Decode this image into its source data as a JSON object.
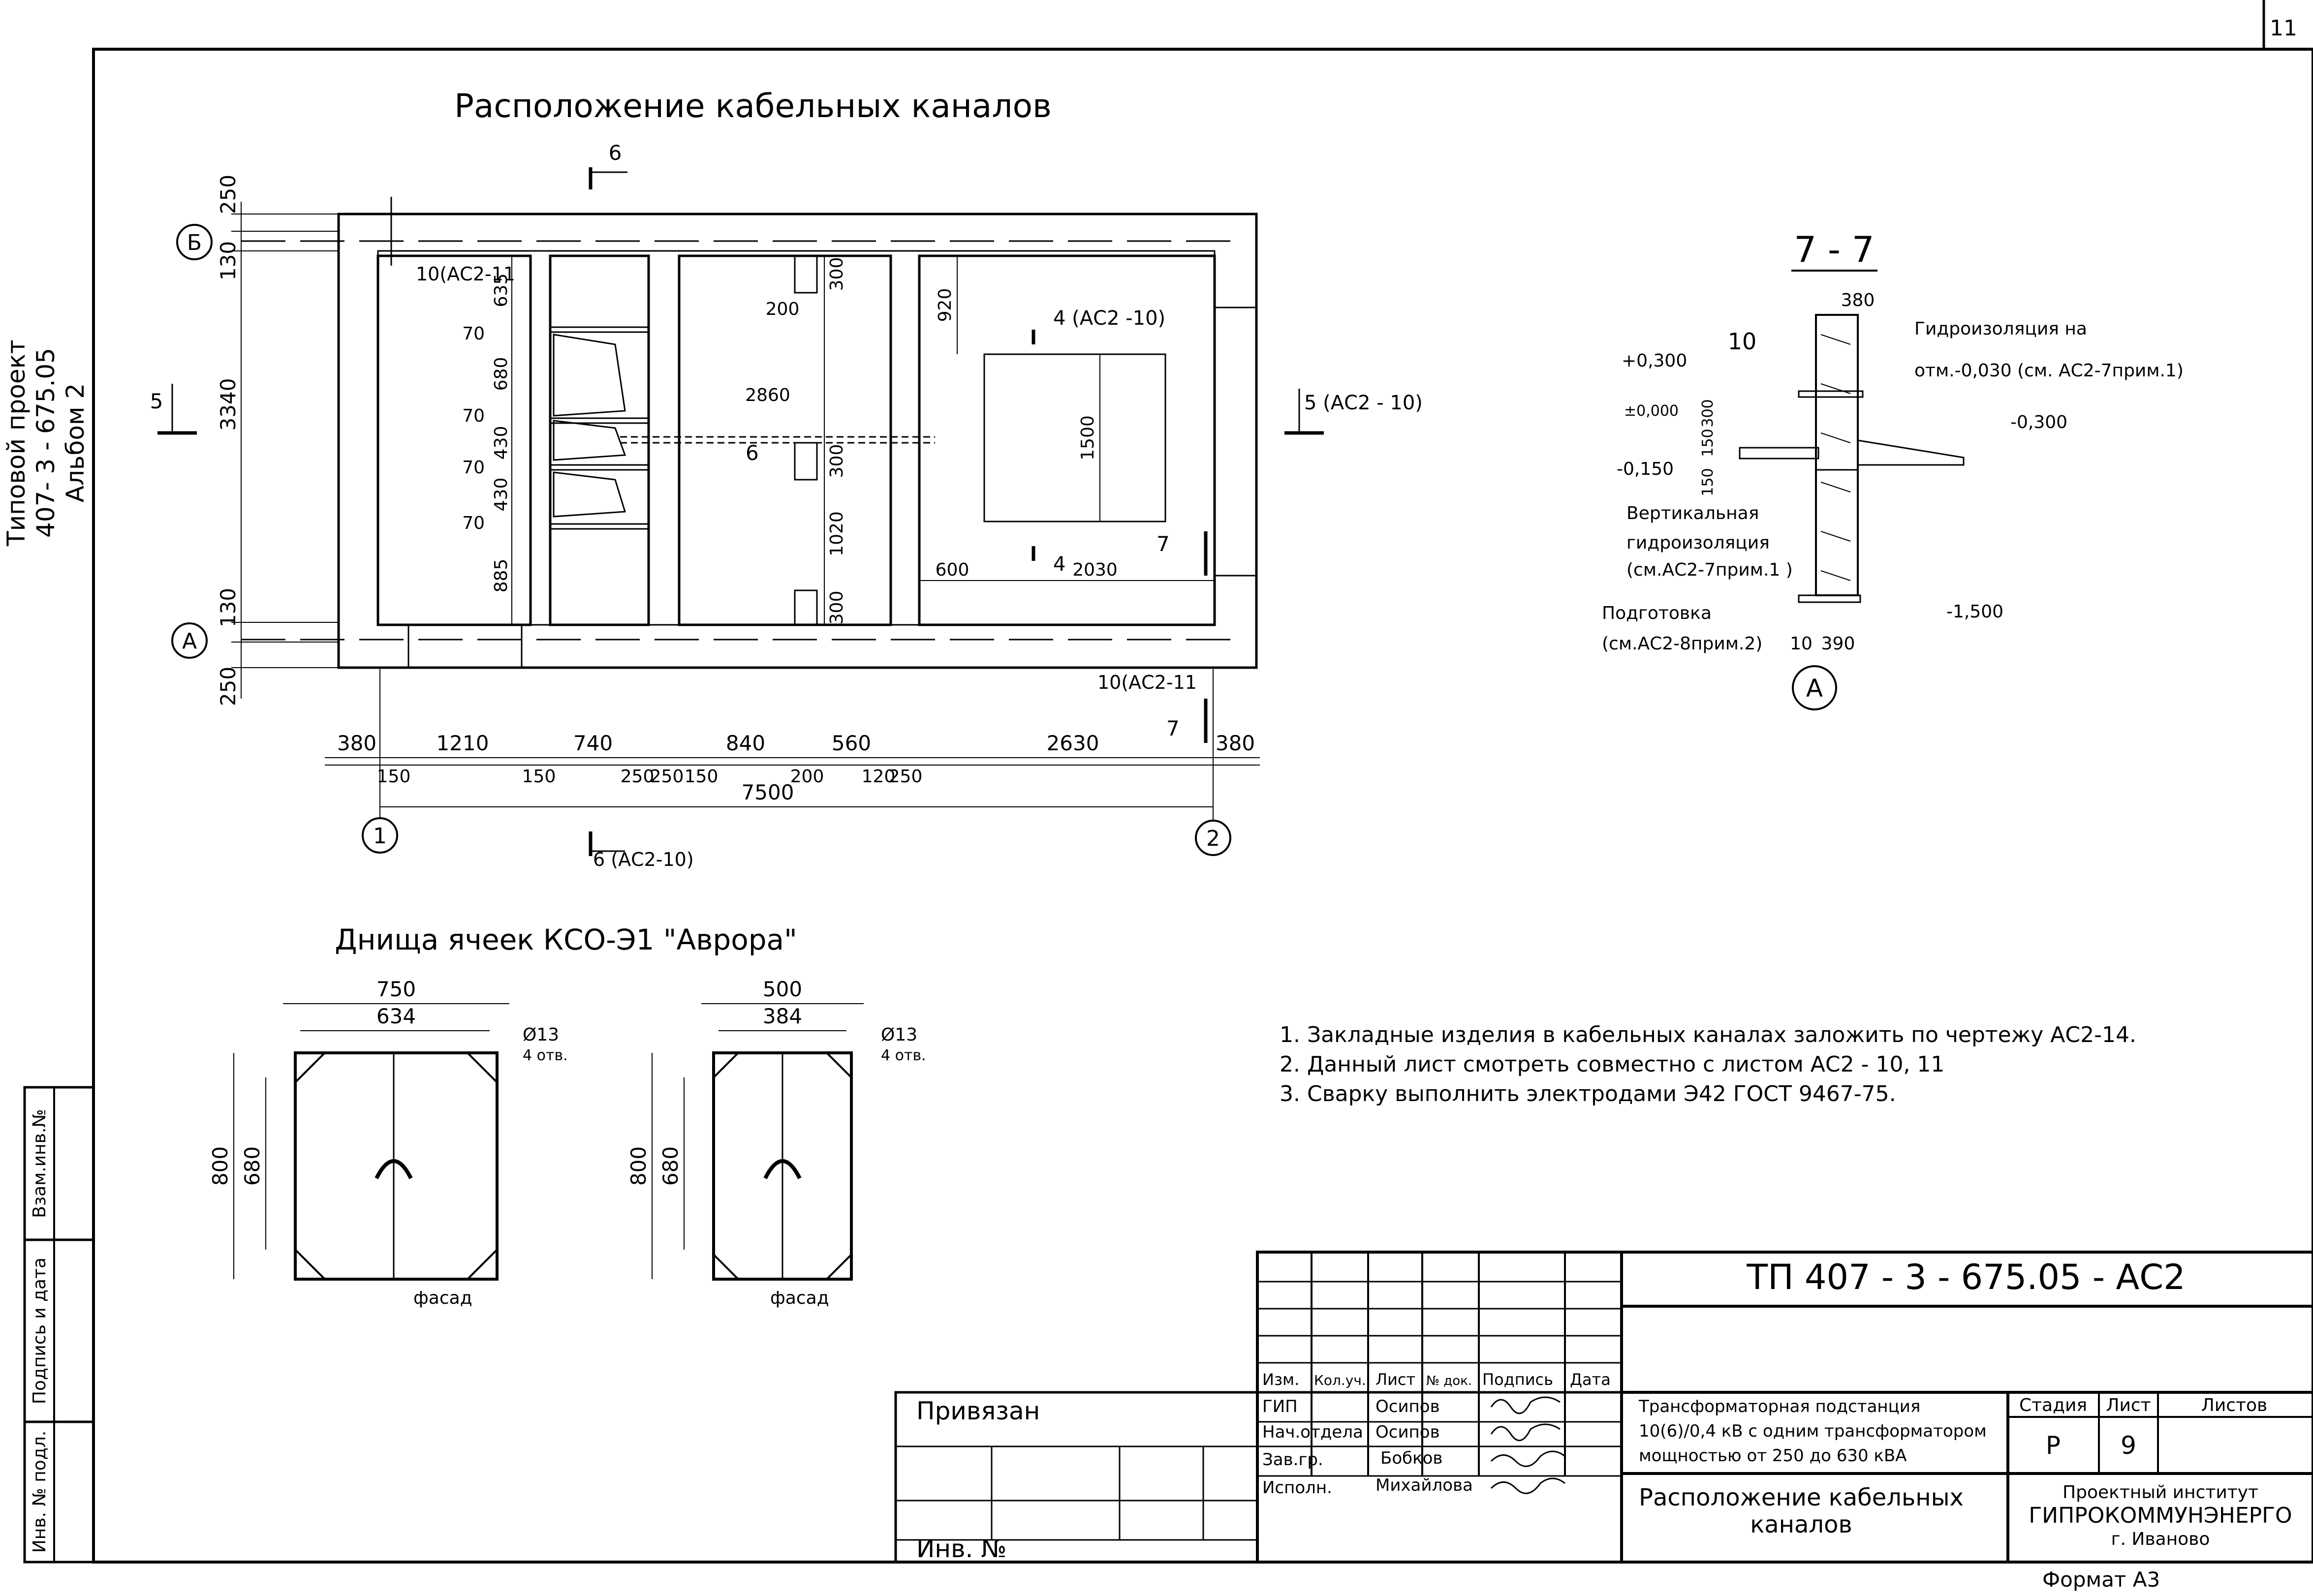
{
  "sheet": {
    "page_number": "11",
    "format": "Формат А3"
  },
  "side_label": {
    "line1": "Типовой проект",
    "line2": "407- 3 - 675.05",
    "line3": "Альбом 2",
    "vzam": "Взам.инв.№",
    "podpis": "Подпись и дата",
    "inv_podl": "Инв. № подл."
  },
  "plan": {
    "title": "Расположение кабельных каналов",
    "axis_B": "Б",
    "axis_A": "А",
    "axis_1": "1",
    "axis_2": "2",
    "sec6_top": "6",
    "sec6_bottom": "6 (АС2-10)",
    "sec5_left": "5",
    "sec5_right": "5 (АС2 - 10)",
    "sec4_top": "4 (АС2 -10)",
    "sec4_bottom": "4",
    "sec7_a": "7",
    "sec7_b": "7",
    "ref10_top": "10(АС2-11",
    "ref10_bottom": "10(АС2-11",
    "mark6": "6",
    "dims_left": [
      "250",
      "130",
      "3340",
      "130",
      "250"
    ],
    "dims_inner_left": [
      "635",
      "70",
      "680",
      "70",
      "430",
      "70",
      "430",
      "70",
      "885"
    ],
    "dims_mid": [
      "300",
      "200",
      "2860",
      "300",
      "1020",
      "300"
    ],
    "dims_right": [
      "920",
      "1500",
      "600",
      "2030"
    ],
    "dims_bottom1": [
      "380",
      "1210",
      "740",
      "840",
      "560",
      "2630",
      "380"
    ],
    "dims_bottom2": [
      "150",
      "150",
      "250",
      "250",
      "150",
      "200",
      "120",
      "250"
    ],
    "dim_total": "7500"
  },
  "section77": {
    "title": "7 - 7",
    "d380": "380",
    "d10": "10",
    "lv1": "+0,300",
    "lv2": "±0,000",
    "lv3": "-0,150",
    "lv4": "-0,300",
    "lv5": "-1,500",
    "d300": "300",
    "d150a": "150",
    "d150b": "150",
    "gidro1": "Гидроизоляция на",
    "gidro2": "отм.-0,030 (см. АС2-7прим.1)",
    "vert1": "Вертикальная",
    "vert2": "гидроизоляция",
    "vert3": "(см.АС2-7прим.1 )",
    "podg1": "Подготовка",
    "podg2": "(см.АС2-8прим.2)",
    "bot10": "10",
    "bot390": "390",
    "axis": "А"
  },
  "bottoms": {
    "title": "Днища ячеек КСО-Э1 \"Аврора\"",
    "left": {
      "w_outer": "750",
      "w_inner": "634",
      "h_outer": "800",
      "h_inner": "680",
      "hole": "Ø13",
      "holes": "4 отв.",
      "facade": "фасад"
    },
    "right": {
      "w_outer": "500",
      "w_inner": "384",
      "h_outer": "800",
      "h_inner": "680",
      "hole": "Ø13",
      "holes": "4 отв.",
      "facade": "фасад"
    }
  },
  "notes": [
    "1. Закладные изделия в кабельных каналах заложить по чертежу АС2-14.",
    "2. Данный лист смотреть совместно с листом  АС2 - 10, 11",
    "3. Сварку выполнить электродами Э42 ГОСТ 9467-75."
  ],
  "stamp": {
    "code": "ТП   407 - 3 - 675.05 - АС2",
    "privyazan": "Привязан",
    "inv_no": "Инв. №",
    "headers": [
      "Изм.",
      "Кол.уч.",
      "Лист",
      "№ док.",
      "Подпись",
      "Дата"
    ],
    "roles": [
      {
        "role": "ГИП",
        "name": "Осипов"
      },
      {
        "role": "Нач.отдела",
        "name": "Осипов"
      },
      {
        "role": "Зав.гр.",
        "name": "Бобков"
      },
      {
        "role": "Исполн.",
        "name": "Михайлова"
      }
    ],
    "description": [
      "Трансформаторная подстанция",
      "10(6)/0,4 кВ с одним трансформатором",
      "мощностью от 250 до 630 кВА"
    ],
    "sheet_title": [
      "Расположение кабельных",
      "каналов"
    ],
    "stadiya_label": "Стадия",
    "list_label": "Лист",
    "listov_label": "Листов",
    "stadiya": "Р",
    "list": "9",
    "listov": "",
    "org": [
      "Проектный институт",
      "ГИПРОКОММУНЭНЕРГО",
      "г. Иваново"
    ]
  }
}
